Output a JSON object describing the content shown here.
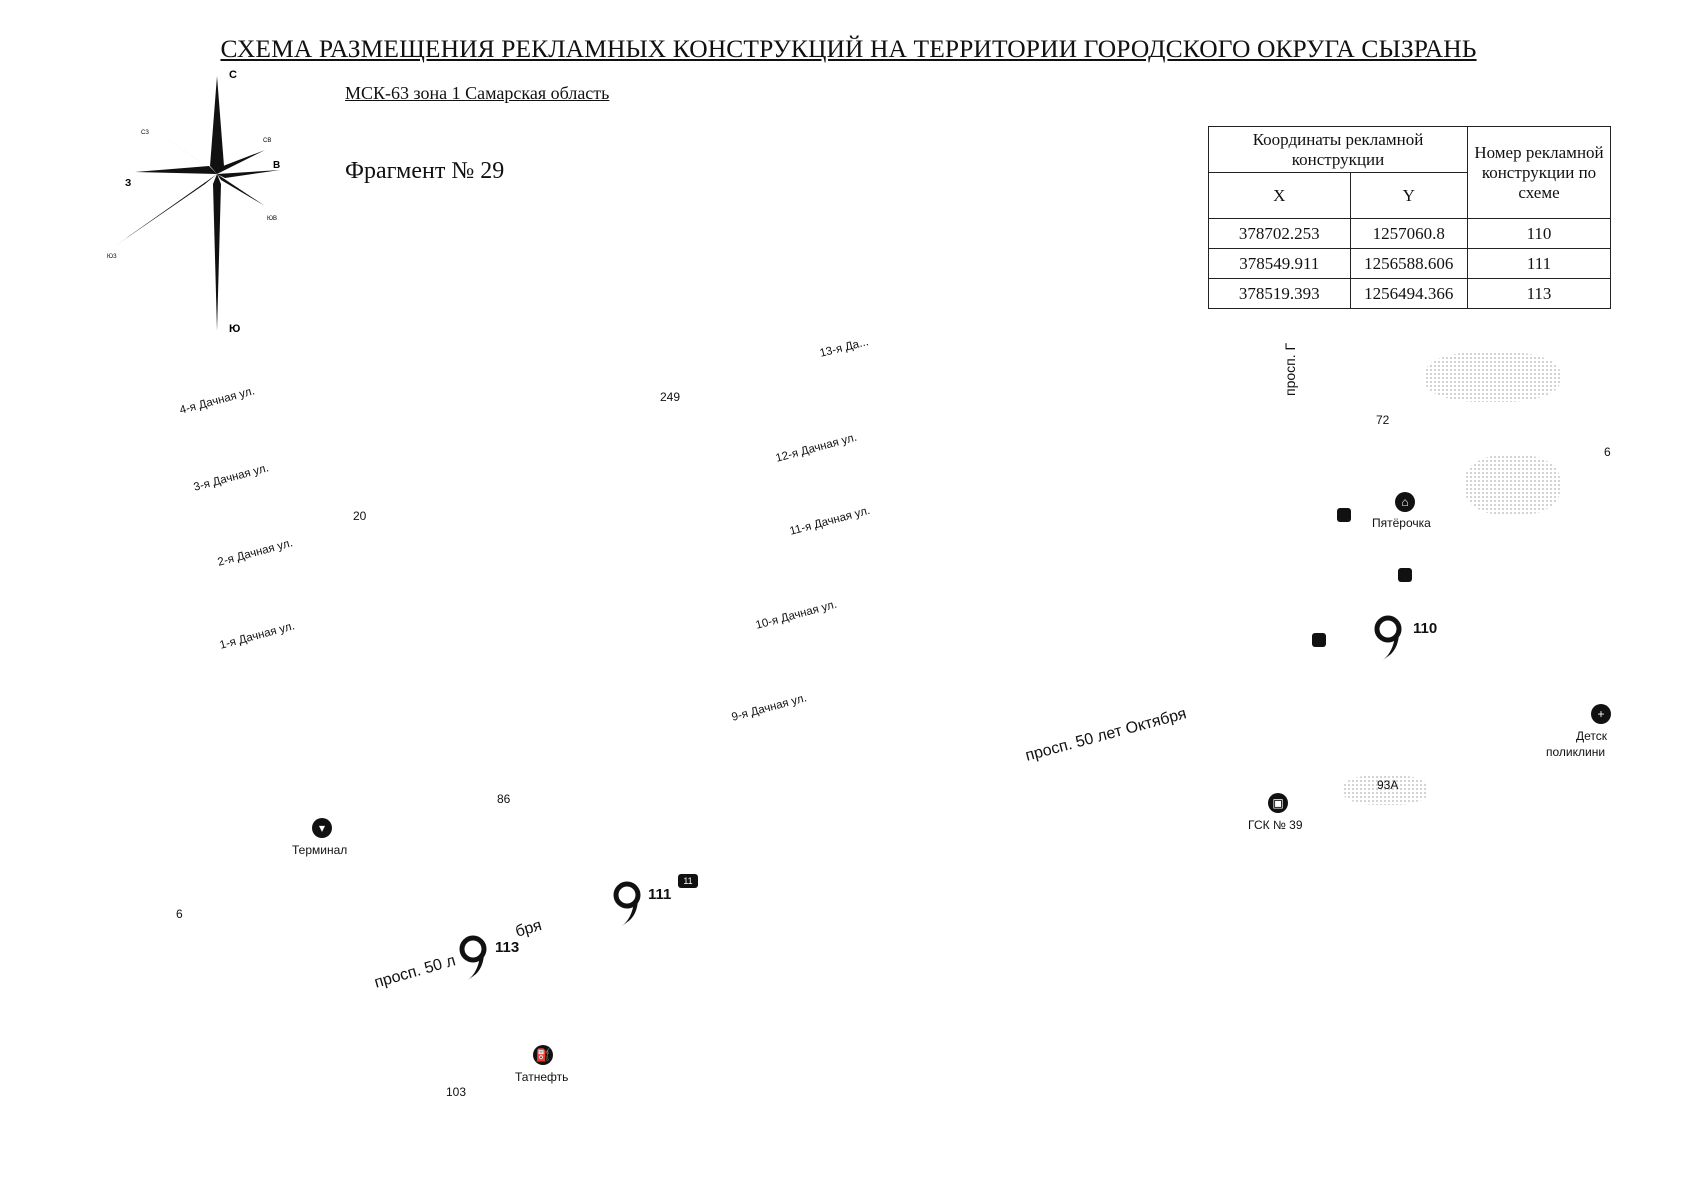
{
  "title": "СХЕМА РАЗМЕЩЕНИЯ РЕКЛАМНЫХ КОНСТРУКЦИЙ НА ТЕРРИТОРИИ ГОРОДСКОГО ОКРУГА СЫЗРАНЬ",
  "coordinate_system": "МСК-63 зона 1 Самарская область",
  "fragment": "Фрагмент № 29",
  "compass": {
    "n": "С",
    "s": "Ю",
    "e": "В",
    "w": "З",
    "ne": "СВ",
    "nw": "СЗ",
    "se": "ЮВ",
    "sw": "ЮЗ"
  },
  "table": {
    "header_coords": "Координаты рекламной конструкции",
    "header_number": "Номер рекламной конструкции по схеме",
    "col_x": "X",
    "col_y": "Y",
    "rows": [
      {
        "x": "378702.253",
        "y": "1257060.8",
        "n": "110"
      },
      {
        "x": "378549.911",
        "y": "1256588.606",
        "n": "111"
      },
      {
        "x": "378519.393",
        "y": "1256494.366",
        "n": "113"
      }
    ]
  },
  "streets": {
    "s13": "13-я Да...",
    "s4": "4-я Дачная ул.",
    "s3": "3-я Дачная ул.",
    "s2": "2-я Дачная ул.",
    "s1": "1-я Дачная ул.",
    "s12": "12-я Дачная ул.",
    "s11": "11-я Дачная ул.",
    "s10": "10-я Дачная ул.",
    "s9": "9-я Дачная ул.",
    "prosp_main": "просп. 50 лет Октября",
    "prosp_lower_a": "просп. 50 л",
    "prosp_lower_b": "бря",
    "prosp_top": "просп. Г"
  },
  "house_numbers": {
    "h249": "249",
    "h20": "20",
    "h72": "72",
    "h6r": "6",
    "h86": "86",
    "h6l": "6",
    "h103": "103",
    "h93a": "93А"
  },
  "poi": {
    "pyaterochka": "Пятёрочка",
    "terminal": "Терминал",
    "tatneft": "Татнефть",
    "gsk": "ГСК № 39",
    "clinic_1": "Детск",
    "clinic_2": "поликлини"
  },
  "markers": {
    "m110": "110",
    "m111": "111",
    "m113": "113"
  },
  "icon_glyphs": {
    "bus": "11"
  }
}
